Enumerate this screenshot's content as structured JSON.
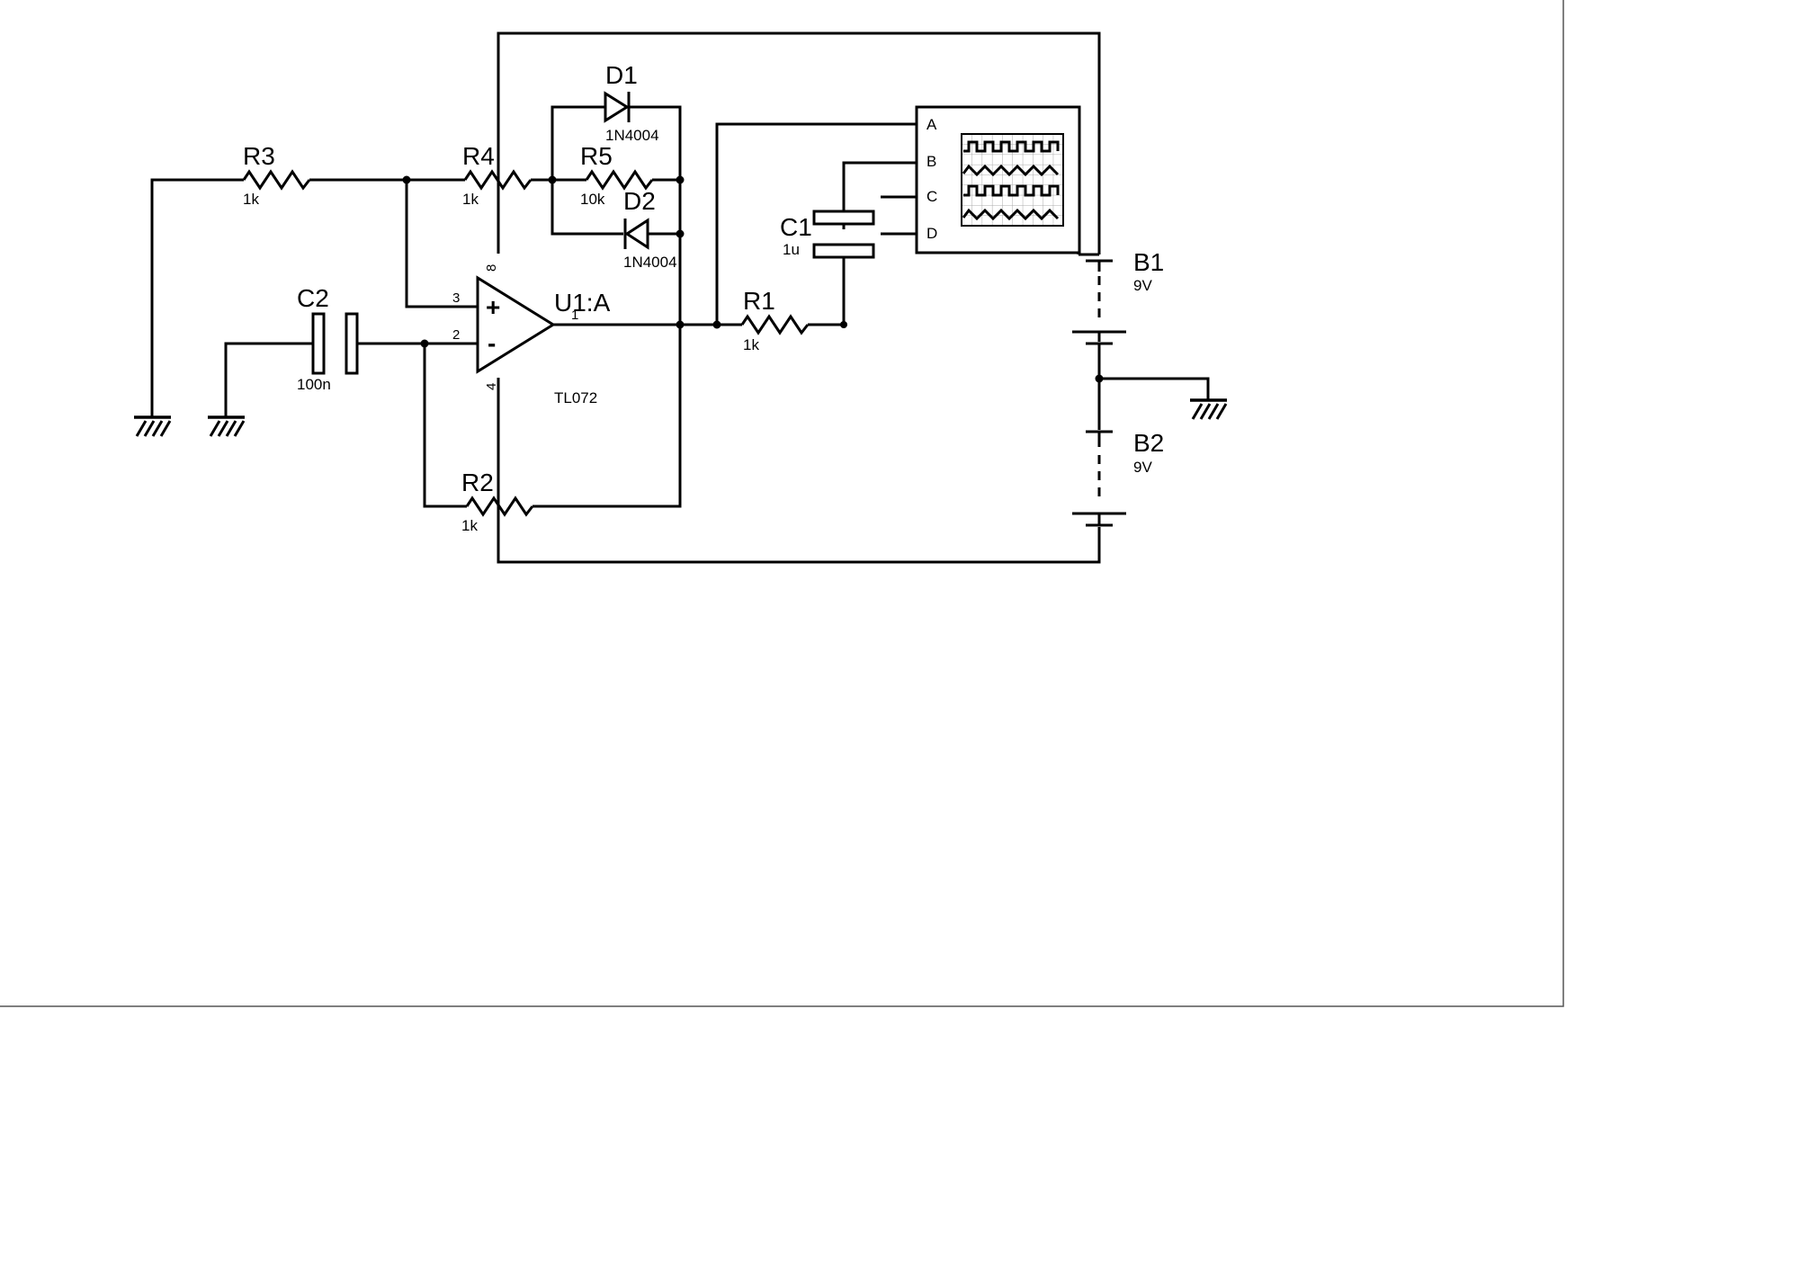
{
  "components": {
    "r3": {
      "ref": "R3",
      "value": "1k"
    },
    "r4": {
      "ref": "R4",
      "value": "1k"
    },
    "r5": {
      "ref": "R5",
      "value": "10k"
    },
    "r2": {
      "ref": "R2",
      "value": "1k"
    },
    "r1": {
      "ref": "R1",
      "value": "1k"
    },
    "c1": {
      "ref": "C1",
      "value": "1u"
    },
    "c2": {
      "ref": "C2",
      "value": "100n"
    },
    "d1": {
      "ref": "D1",
      "value": "1N4004"
    },
    "d2": {
      "ref": "D2",
      "value": "1N4004"
    },
    "u1": {
      "ref": "U1:A",
      "part": "TL072",
      "pins": {
        "vplus": "8",
        "noninv": "3",
        "inv": "2",
        "out": "1",
        "vminus": "4"
      },
      "plus_sign": "+",
      "minus_sign": "-"
    },
    "b1": {
      "ref": "B1",
      "value": "9V"
    },
    "b2": {
      "ref": "B2",
      "value": "9V"
    },
    "oscilloscope": {
      "channels": [
        "A",
        "B",
        "C",
        "D"
      ]
    }
  },
  "colors": {
    "wire": "#000000",
    "background": "#ffffff",
    "screen_grid": "#aaaaaa"
  },
  "icons": {
    "ground": "ground-icon",
    "resistor": "resistor-icon",
    "capacitor": "capacitor-icon",
    "diode": "diode-icon",
    "battery": "battery-icon",
    "opamp": "opamp-icon",
    "oscilloscope": "oscilloscope-icon"
  }
}
